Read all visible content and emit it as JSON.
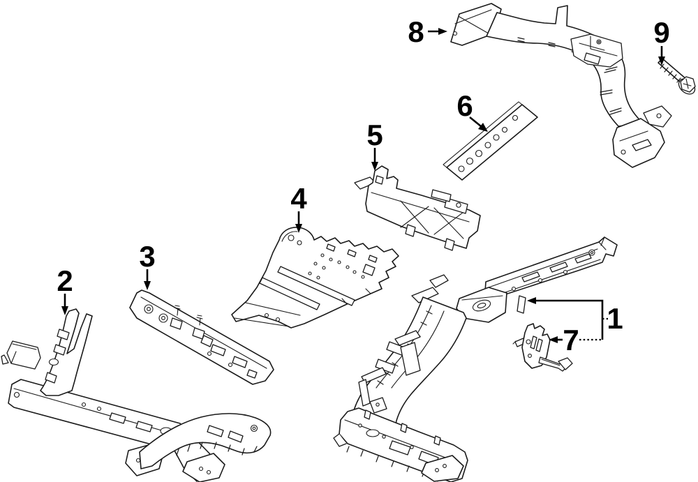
{
  "diagram": {
    "background_color": "#ffffff",
    "line_color": "#1a1a1a",
    "label_color": "#000000",
    "callouts": [
      {
        "label": "1"
      },
      {
        "label": "2"
      },
      {
        "label": "3"
      },
      {
        "label": "4"
      },
      {
        "label": "5"
      },
      {
        "label": "6"
      },
      {
        "label": "7"
      },
      {
        "label": "8"
      },
      {
        "label": "9"
      }
    ]
  }
}
